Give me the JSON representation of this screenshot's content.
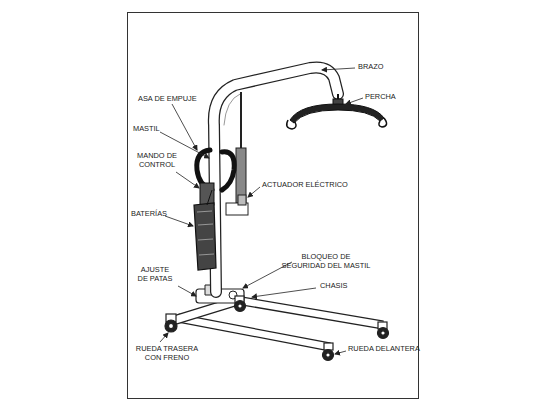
{
  "diagram": {
    "labels": [
      "BRAZO",
      "ASA DE EMPUJE",
      "PERCHA",
      "MASTIL",
      "MANDO DE CONTROL",
      "ACTUADOR ELÉCTRICO",
      "BATERÍAS",
      "BLOQUEO DE SEGURIDAD DEL MASTIL",
      "AJUSTE DE PATAS",
      "CHASIS",
      "RUEDA TRASERA CON FRENO",
      "RUEDA DELANTERA"
    ]
  }
}
